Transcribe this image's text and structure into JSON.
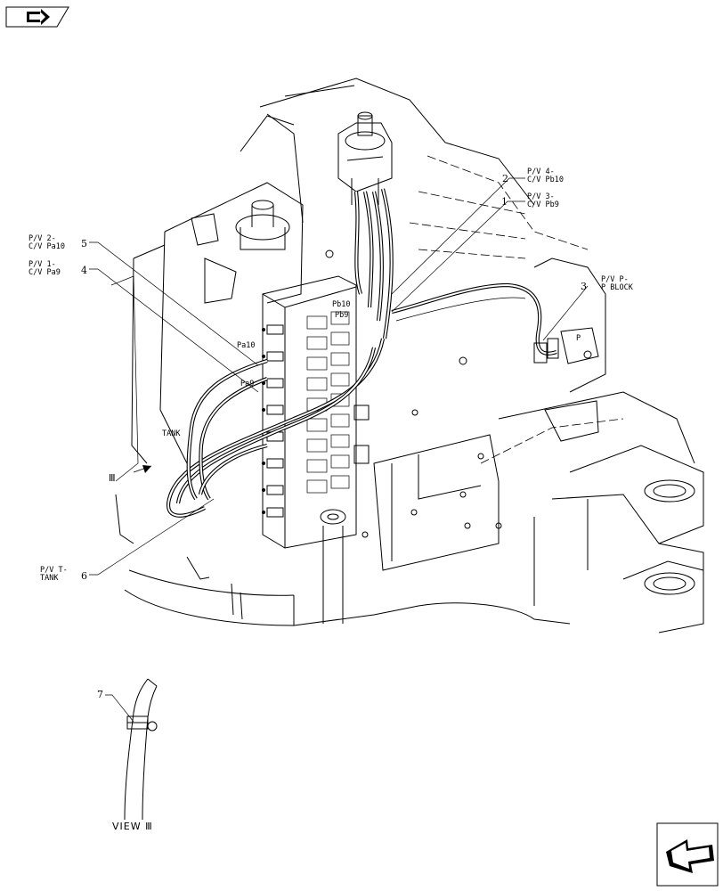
{
  "nav": {
    "back_icon": "back-arrow-icon",
    "next_icon": "next-page-arrow-icon"
  },
  "callouts": [
    {
      "number": "1",
      "label_line1": "P/V 3-",
      "label_line2": "C/V Pb9"
    },
    {
      "number": "2",
      "label_line1": "P/V 4-",
      "label_line2": "C/V Pb10"
    },
    {
      "number": "3",
      "label_line1": "P/V P-",
      "label_line2": "P BLOCK"
    },
    {
      "number": "4",
      "label_line1": "P/V 1-",
      "label_line2": "C/V Pa9"
    },
    {
      "number": "5",
      "label_line1": "P/V 2-",
      "label_line2": "C/V Pa10"
    },
    {
      "number": "6",
      "label_line1": "P/V T-",
      "label_line2": "TANK"
    },
    {
      "number": "7",
      "label_line1": "",
      "label_line2": ""
    }
  ],
  "port_labels": {
    "pb10": "Pb10",
    "pb9": "Pb9",
    "pa10": "Pa10",
    "pa9": "Pa9",
    "tank": "TANK",
    "p": "P"
  },
  "view_marker": "Ⅲ",
  "view_caption": "VIEW Ⅲ"
}
